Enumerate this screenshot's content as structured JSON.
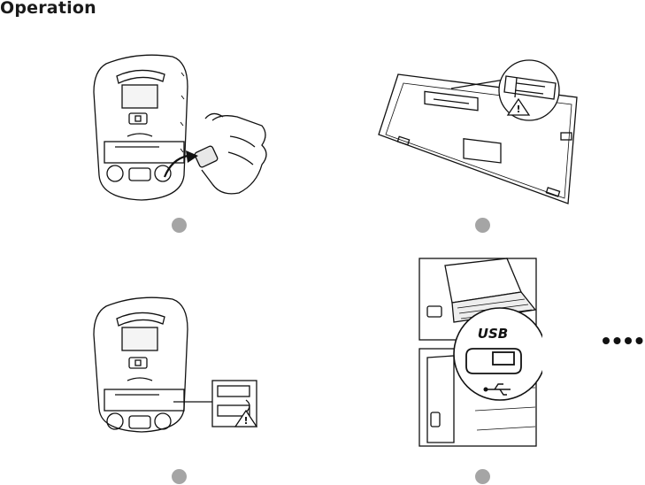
{
  "page": {
    "title": "Operation"
  },
  "steps": [
    {
      "figure": "mouse-receiver-removal"
    },
    {
      "figure": "keyboard-battery-compartment"
    },
    {
      "figure": "mouse-battery-insertion"
    },
    {
      "figure": "usb-receiver-connection"
    }
  ],
  "usb_panel": {
    "label": "USB"
  },
  "colors": {
    "step_marker": "#a5a5a5",
    "line": "#111111"
  }
}
